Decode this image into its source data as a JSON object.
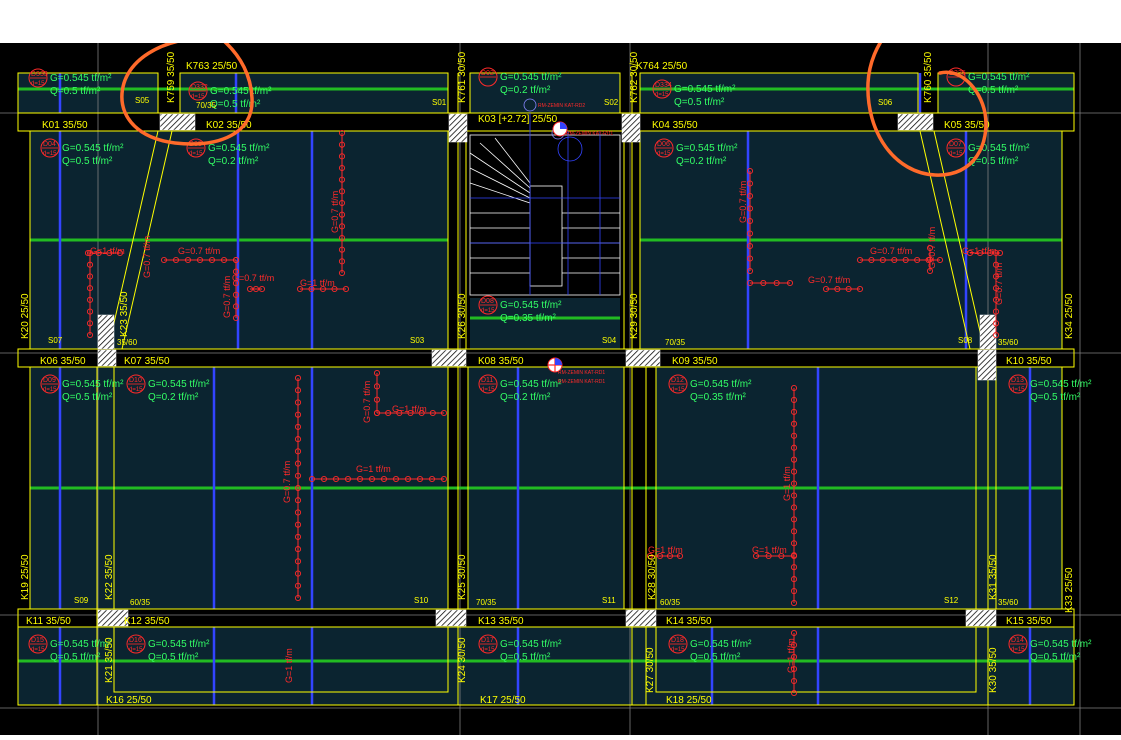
{
  "colors": {
    "background": "#000000",
    "slab_fill": "#0b2430",
    "beam": "#ffff00",
    "grid": "#7f7f7f",
    "load_text": "#33ff66",
    "green_line": "#22bb22",
    "blue_line": "#3344ff",
    "red_load": "#ff2a2a",
    "annotation": "#ff6a2a",
    "stair": "#ffffff"
  },
  "slabs": [
    {
      "id": "D333",
      "d": "d=15",
      "g": "G=0.545 tf/m²",
      "q": "Q=0.5 tf/m²",
      "label": "S05"
    },
    {
      "id": "D332",
      "d": "d=15",
      "g": "G=0.545 tf/m²",
      "q": "Q=0.5 tf/m²",
      "label": "S01"
    },
    {
      "id": "D02",
      "d": "",
      "g": "G=0.545 tf/m²",
      "q": "Q=0.2 tf/m²",
      "label": "S02"
    },
    {
      "id": "D334",
      "d": "d=15",
      "g": "G=0.545 tf/m²",
      "q": "Q=0.5 tf/m²",
      "label": "S06"
    },
    {
      "id": "D335",
      "d": "",
      "g": "G=0.545 tf/m²",
      "q": "Q=0.5 tf/m²",
      "label": ""
    },
    {
      "id": "D04",
      "d": "d=15",
      "g": "G=0.545 tf/m²",
      "q": "Q=0.5 tf/m²",
      "label": "S07"
    },
    {
      "id": "D05",
      "d": "d=15",
      "g": "G=0.545 tf/m²",
      "q": "Q=0.2 tf/m²",
      "label": "S03"
    },
    {
      "id": "D06",
      "d": "d=15",
      "g": "G=0.545 tf/m²",
      "q": "Q=0.2 tf/m²",
      "label": ""
    },
    {
      "id": "D07",
      "d": "d=15",
      "g": "G=0.545 tf/m²",
      "q": "Q=0.5 tf/m²",
      "label": "S08"
    },
    {
      "id": "D08",
      "d": "d=15",
      "g": "G=0.545 tf/m²",
      "q": "Q=0.35 tf/m²",
      "label": "S04"
    },
    {
      "id": "D09",
      "d": "d=15",
      "g": "G=0.545 tf/m²",
      "q": "Q=0.5 tf/m²",
      "label": "S09"
    },
    {
      "id": "D10",
      "d": "d=15",
      "g": "G=0.545 tf/m²",
      "q": "Q=0.2 tf/m²",
      "label": "S10"
    },
    {
      "id": "D11",
      "d": "d=15",
      "g": "G=0.545 tf/m²",
      "q": "Q=0.2 tf/m²",
      "label": "S11"
    },
    {
      "id": "D12",
      "d": "d=15",
      "g": "G=0.545 tf/m²",
      "q": "Q=0.35 tf/m²",
      "label": "S12"
    },
    {
      "id": "D13",
      "d": "d=15",
      "g": "G=0.545 tf/m²",
      "q": "Q=0.5 tf/m²",
      "label": ""
    },
    {
      "id": "D15",
      "d": "d=15",
      "g": "G=0.545 tf/m²",
      "q": "Q=0.5 tf/m²",
      "label": ""
    },
    {
      "id": "D16",
      "d": "d=15",
      "g": "G=0.545 tf/m²",
      "q": "Q=0.5 tf/m²",
      "label": ""
    },
    {
      "id": "D17",
      "d": "d=15",
      "g": "G=0.545 tf/m²",
      "q": "Q=0.5 tf/m²",
      "label": ""
    },
    {
      "id": "D18",
      "d": "d=15",
      "g": "G=0.545 tf/m²",
      "q": "Q=0.5 tf/m²",
      "label": ""
    },
    {
      "id": "D14",
      "d": "d=15",
      "g": "G=0.545 tf/m²",
      "q": "Q=0.5 tf/m²",
      "label": ""
    }
  ],
  "beams_h": [
    "K763 25/50",
    "K764 25/50",
    "K01 35/50",
    "K02 35/50",
    "K03 [+2.72] 25/50",
    "K04 35/50",
    "K05 35/50",
    "K06 35/50",
    "K07 35/50",
    "K08 35/50",
    "K09 35/50",
    "K10 35/50",
    "K11 35/50",
    "K12 35/50",
    "K13 35/50",
    "K14 35/50",
    "K15 35/50",
    "K16 25/50",
    "K17 25/50",
    "K18 25/50"
  ],
  "beams_v": [
    "K759 35/50",
    "K761 30/50",
    "K762 30/50",
    "K760 35/50",
    "K20 25/50",
    "K23 35/50",
    "K26 30/50",
    "K29 30/50",
    "K34 25/50",
    "K19 25/50",
    "K22 35/50",
    "K25 30/50",
    "K28 30/50",
    "K31 35/50",
    "K33 25/50",
    "K21 35/50",
    "K24 30/50",
    "K27 30/50",
    "K30 35/50"
  ],
  "columns": [
    "70/35",
    "35/60",
    "70/35",
    "35/60",
    "60/35",
    "70/35",
    "60/35",
    "35/60"
  ],
  "line_loads": [
    "G=1 tf/m",
    "G=0.7 tf/m",
    "G=0.7 tf/m",
    "G=0.7 tf/m",
    "G=0.7 tf/m",
    "G=1 tf/m",
    "G=0.7 tf/m",
    "G=0.7 tf/m",
    "G=0.7 tf/m",
    "G=0.7 tf/m",
    "G=0.7 tf/m",
    "G=1 tf/m",
    "G=0.7 tf/m",
    "G=0.7 tf/m",
    "G=1 tf/m",
    "G=0.7 tf/m",
    "G=1 tf/m",
    "G=1 tf/m",
    "G=1 tf/m",
    "G=1 tf/m",
    "G=1 tf/m",
    "G=1 tf/m"
  ],
  "stair_tags": [
    "RM-ZEMIN KAT-RD2",
    "RM-ZEMIN KAT-RD1",
    "RM-ZEMIN KAT-RD1",
    "RM-ZEMIN KAT-RD1"
  ]
}
